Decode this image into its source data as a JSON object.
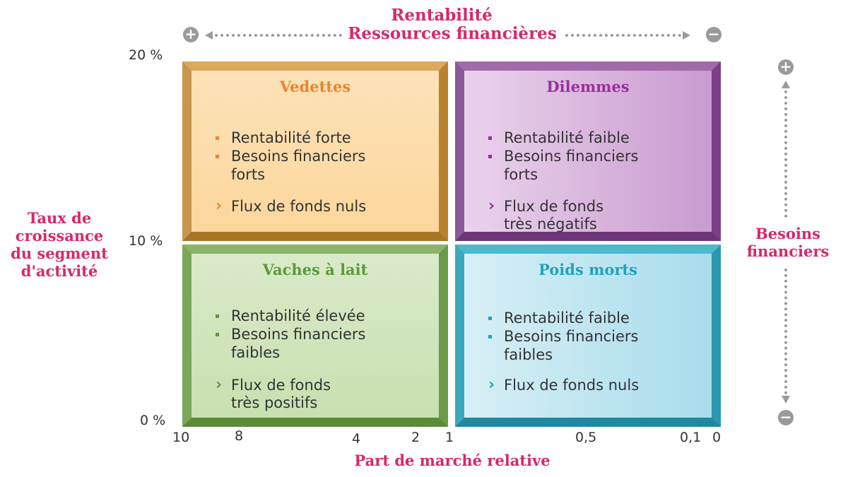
{
  "top_axis": {
    "line1": "Rentabilité",
    "line2": "Ressources financières",
    "left_sign": "+",
    "right_sign": "−"
  },
  "left_axis": {
    "title_lines": [
      "Taux de",
      "croissance",
      "du segment",
      "d'activité"
    ],
    "ticks": [
      "20 %",
      "10 %",
      "0 %"
    ]
  },
  "right_axis": {
    "title_lines": [
      "Besoins",
      "financiers"
    ],
    "top_sign": "+",
    "bottom_sign": "−"
  },
  "bottom_axis": {
    "title": "Part de marché relative",
    "ticks": [
      "10",
      "8",
      "4",
      "2",
      "1",
      "0,5",
      "0,1",
      "0"
    ]
  },
  "quadrants": {
    "vedettes": {
      "title": "Vedettes",
      "title_color": "#e8862e",
      "bullets": [
        "Rentabilité forte",
        "Besoins financiers",
        "forts"
      ],
      "flux": [
        "Flux de fonds nuls"
      ]
    },
    "dilemmes": {
      "title": "Dilemmes",
      "title_color": "#9b2f9c",
      "bullets": [
        "Rentabilité faible",
        "Besoins financiers",
        "forts"
      ],
      "flux": [
        "Flux de fonds",
        "très négatifs"
      ]
    },
    "vaches": {
      "title": "Vaches à lait",
      "title_color": "#5a9a3a",
      "bullets": [
        "Rentabilité élevée",
        "Besoins financiers",
        "faibles"
      ],
      "flux": [
        "Flux de fonds",
        "très positifs"
      ]
    },
    "poids": {
      "title": "Poids morts",
      "title_color": "#1ea3c0",
      "bullets": [
        "Rentabilité faible",
        "Besoins financiers",
        "faibles"
      ],
      "flux": [
        "Flux de fonds nuls"
      ]
    }
  },
  "colors": {
    "accent": "#d7286a",
    "arrow_gray": "#9a9a9a",
    "text": "#333333"
  }
}
